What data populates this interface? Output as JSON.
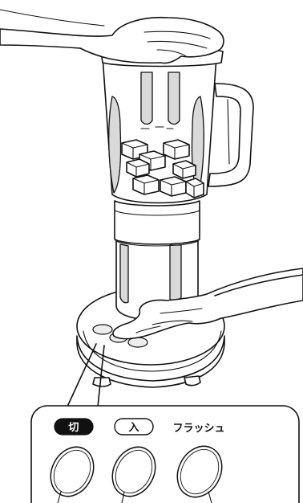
{
  "panel": {
    "buttons": [
      {
        "label": "切",
        "style": "filled"
      },
      {
        "label": "入",
        "style": "outlined"
      },
      {
        "label": "フラッシュ",
        "style": "plain"
      }
    ]
  },
  "icons": {
    "blender": "blender-icon",
    "hand_top": "hand-icon",
    "hand_press": "hand-icon",
    "ice_cubes": "ice-cube-icon"
  },
  "colors": {
    "line": "#111111",
    "glass_shade": "#d9d9d9",
    "label_filled_bg": "#111111",
    "label_filled_text": "#ffffff"
  }
}
